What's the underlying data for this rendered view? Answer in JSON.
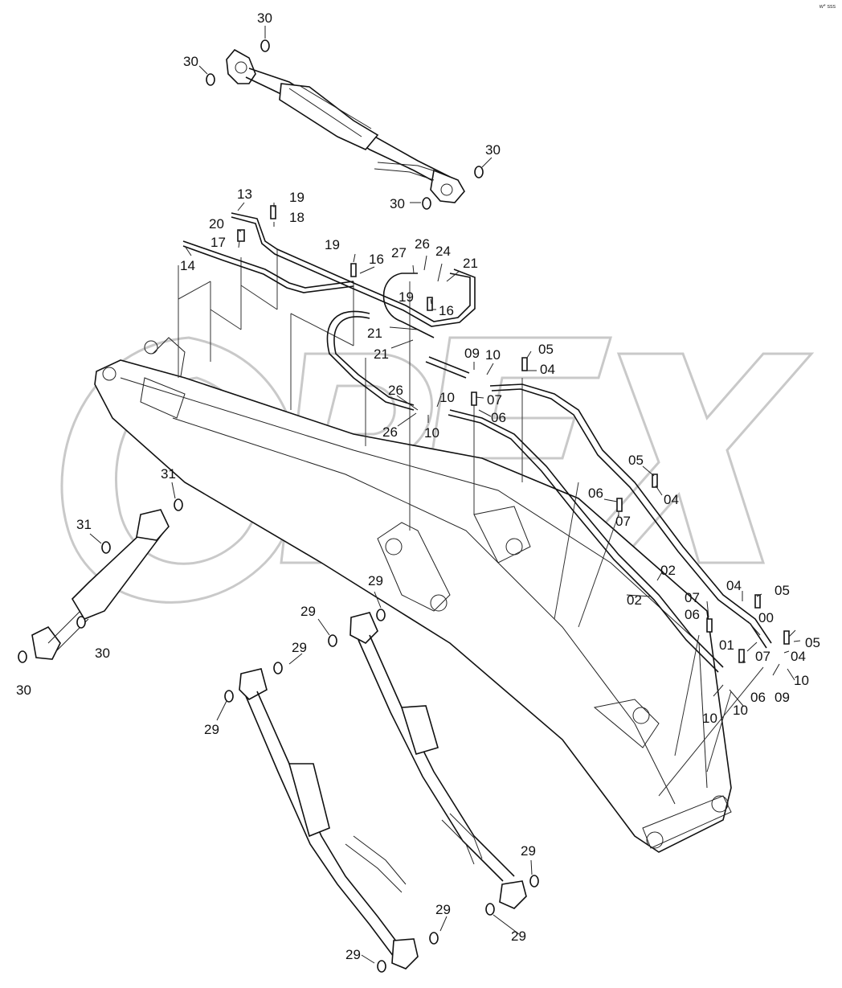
{
  "corner_code": "w* sss",
  "watermark_text": "OPEX",
  "labels": [
    {
      "id": "l1",
      "text": "30"
    },
    {
      "id": "l2",
      "text": "30"
    },
    {
      "id": "l3",
      "text": "30"
    },
    {
      "id": "l4",
      "text": "30"
    },
    {
      "id": "l5",
      "text": "13"
    },
    {
      "id": "l6",
      "text": "19"
    },
    {
      "id": "l7",
      "text": "18"
    },
    {
      "id": "l8",
      "text": "20"
    },
    {
      "id": "l9",
      "text": "17"
    },
    {
      "id": "l10",
      "text": "14"
    },
    {
      "id": "l11",
      "text": "19"
    },
    {
      "id": "l12",
      "text": "16"
    },
    {
      "id": "l13",
      "text": "27"
    },
    {
      "id": "l14",
      "text": "26"
    },
    {
      "id": "l15",
      "text": "24"
    },
    {
      "id": "l16",
      "text": "21"
    },
    {
      "id": "l17",
      "text": "19"
    },
    {
      "id": "l18",
      "text": "16"
    },
    {
      "id": "l19",
      "text": "21"
    },
    {
      "id": "l20",
      "text": "21"
    },
    {
      "id": "l21",
      "text": "09"
    },
    {
      "id": "l22",
      "text": "10"
    },
    {
      "id": "l23",
      "text": "05"
    },
    {
      "id": "l24",
      "text": "04"
    },
    {
      "id": "l25",
      "text": "26"
    },
    {
      "id": "l26",
      "text": "10"
    },
    {
      "id": "l27",
      "text": "07"
    },
    {
      "id": "l28",
      "text": "06"
    },
    {
      "id": "l29",
      "text": "26"
    },
    {
      "id": "l30",
      "text": "10"
    },
    {
      "id": "l31",
      "text": "31"
    },
    {
      "id": "l32",
      "text": "31"
    },
    {
      "id": "l33",
      "text": "05"
    },
    {
      "id": "l34",
      "text": "04"
    },
    {
      "id": "l35",
      "text": "06"
    },
    {
      "id": "l36",
      "text": "07"
    },
    {
      "id": "l37",
      "text": "02"
    },
    {
      "id": "l38",
      "text": "02"
    },
    {
      "id": "l39",
      "text": "29"
    },
    {
      "id": "l40",
      "text": "29"
    },
    {
      "id": "l41",
      "text": "04"
    },
    {
      "id": "l42",
      "text": "05"
    },
    {
      "id": "l43",
      "text": "07"
    },
    {
      "id": "l44",
      "text": "06"
    },
    {
      "id": "l45",
      "text": "00"
    },
    {
      "id": "l46",
      "text": "01"
    },
    {
      "id": "l47",
      "text": "07"
    },
    {
      "id": "l48",
      "text": "04"
    },
    {
      "id": "l49",
      "text": "05"
    },
    {
      "id": "l50",
      "text": "10"
    },
    {
      "id": "l51",
      "text": "06"
    },
    {
      "id": "l52",
      "text": "09"
    },
    {
      "id": "l53",
      "text": "10"
    },
    {
      "id": "l54",
      "text": "10"
    },
    {
      "id": "l55",
      "text": "30"
    },
    {
      "id": "l56",
      "text": "30"
    },
    {
      "id": "l57",
      "text": "29"
    },
    {
      "id": "l58",
      "text": "29"
    },
    {
      "id": "l59",
      "text": "29"
    },
    {
      "id": "l60",
      "text": "29"
    },
    {
      "id": "l61",
      "text": "29"
    },
    {
      "id": "l62",
      "text": "29"
    }
  ]
}
